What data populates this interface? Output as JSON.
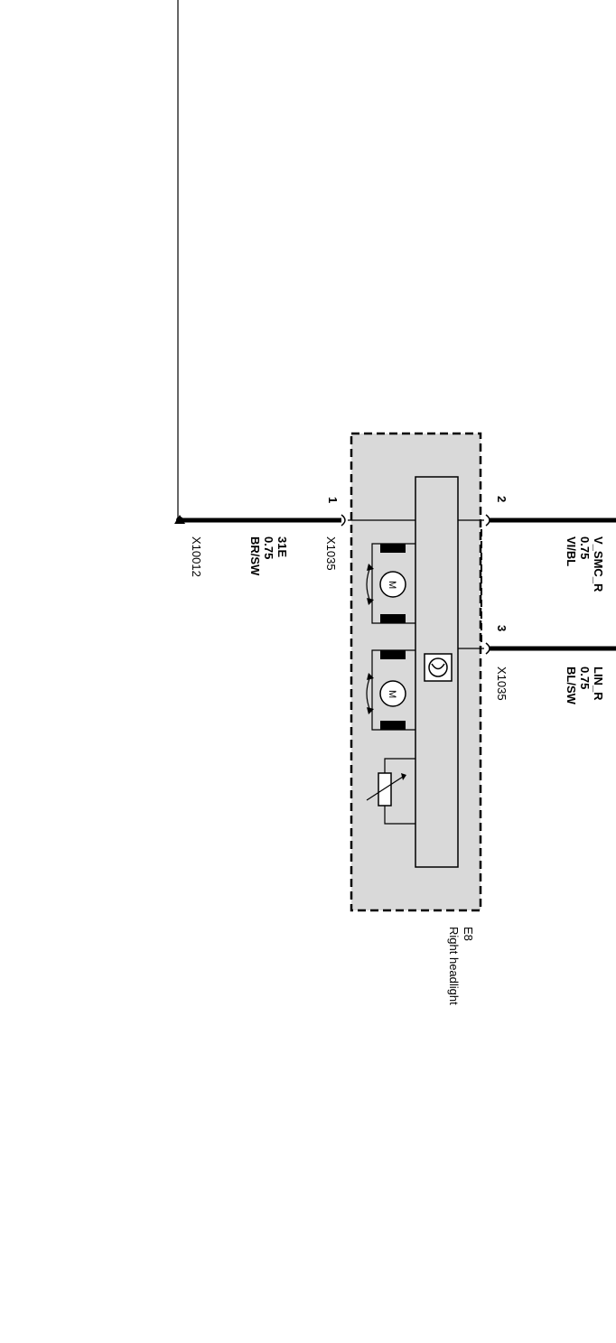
{
  "component": {
    "id": "E8",
    "name": "Right headlight"
  },
  "connectors": {
    "left_ground": "X10012",
    "pin1_connector": "X1035",
    "pin3_connector": "X1035"
  },
  "pins": {
    "p1": "1",
    "p2": "2",
    "p3": "3"
  },
  "wires": {
    "ground": {
      "signal": "31E",
      "gauge": "0.75",
      "color": "BR/SW"
    },
    "pin2": {
      "signal": "V_SMC_R",
      "gauge": "0.75",
      "color": "VI/BL"
    },
    "pin3": {
      "signal": "LIN_R",
      "gauge": "0.75",
      "color": "BL/SW"
    }
  },
  "symbols": {
    "motor1": "M",
    "motor2": "M"
  }
}
